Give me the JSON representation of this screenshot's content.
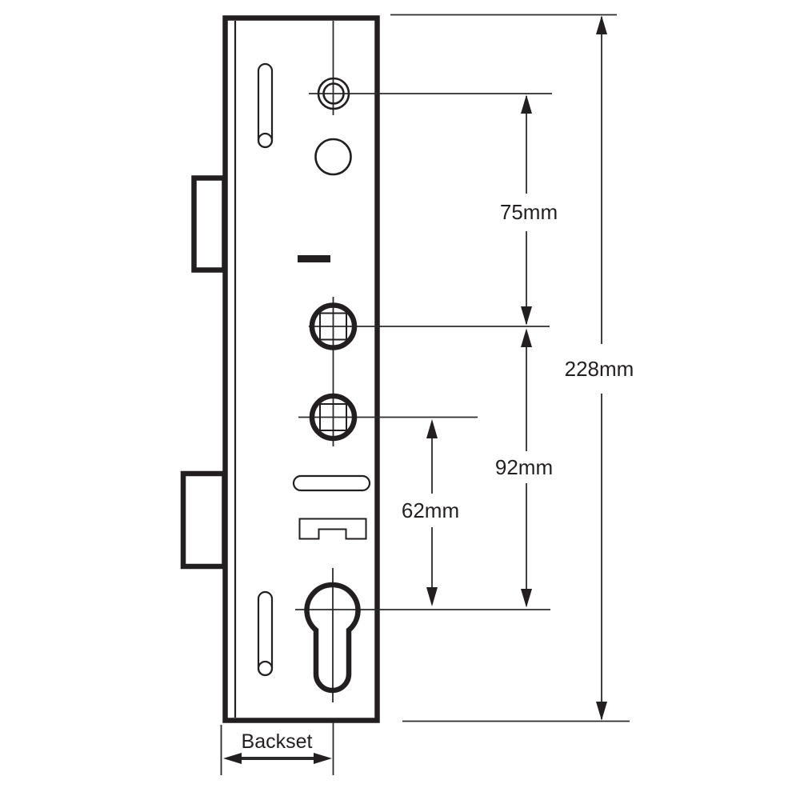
{
  "drawing": {
    "background": "#ffffff",
    "line_color": "#231f20",
    "labels": {
      "dim_75": "75mm",
      "dim_228": "228mm",
      "dim_92": "92mm",
      "dim_62": "62mm",
      "backset": "Backset"
    },
    "measurements": [
      {
        "label": "75mm",
        "value": 75,
        "unit": "mm"
      },
      {
        "label": "92mm",
        "value": 92,
        "unit": "mm"
      },
      {
        "label": "62mm",
        "value": 62,
        "unit": "mm"
      },
      {
        "label": "228mm",
        "value": 228,
        "unit": "mm"
      },
      {
        "label": "Backset"
      }
    ]
  }
}
